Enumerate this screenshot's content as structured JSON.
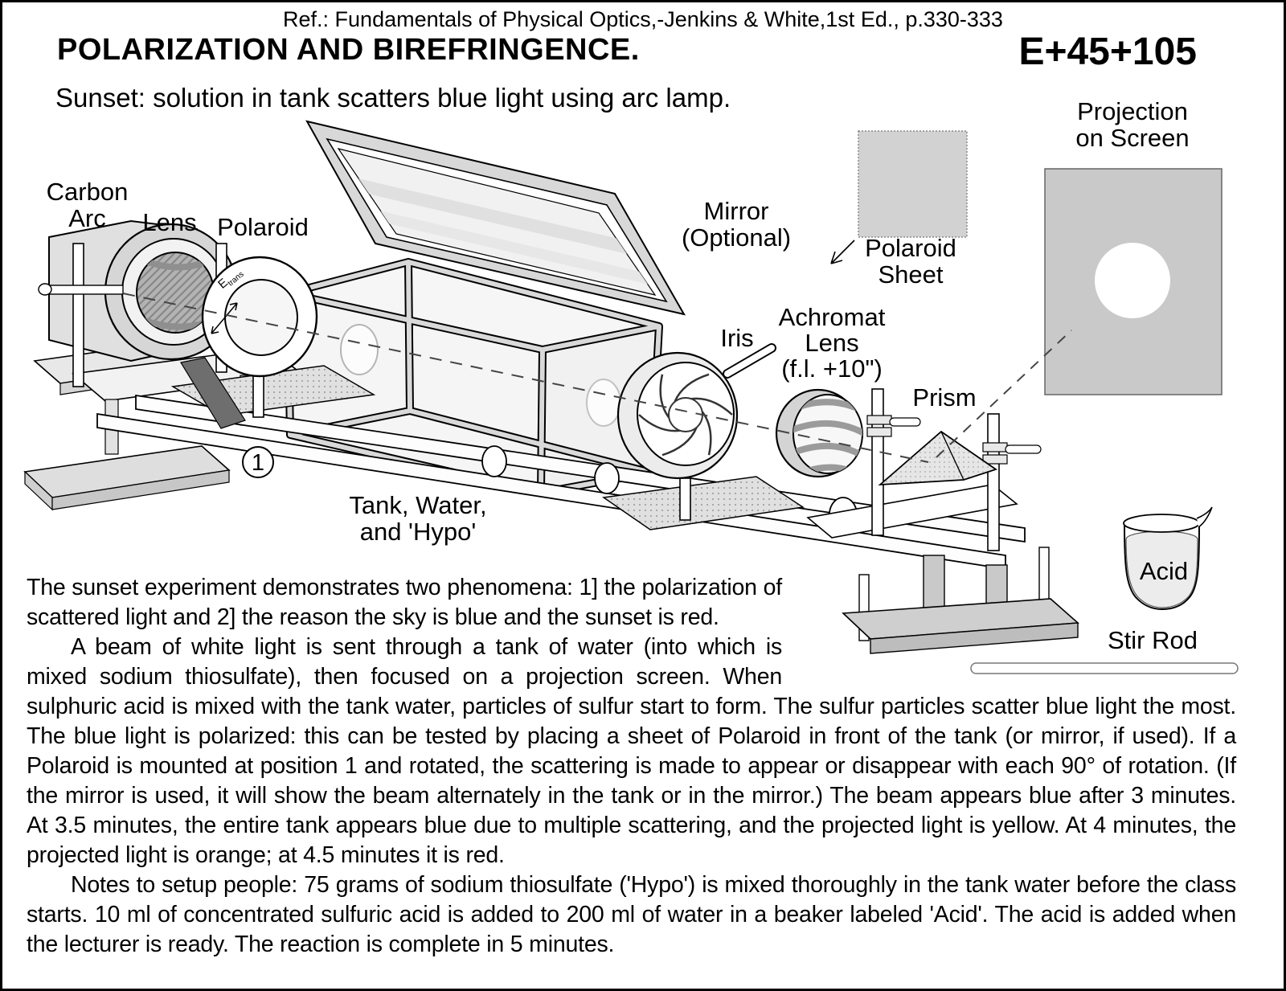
{
  "header": {
    "ref": "Ref.: Fundamentals of Physical Optics,-Jenkins & White,1st Ed., p.330-333",
    "title": "POLARIZATION AND BIREFRINGENCE.",
    "code": "E+45+105",
    "subtitle": "Sunset: solution in tank scatters blue light using arc lamp."
  },
  "diagram": {
    "labels": {
      "carbon_arc": "Carbon\nArc",
      "lens": "Lens",
      "polaroid": "Polaroid",
      "e_trans_main": "E",
      "e_trans_sub": "trans",
      "mirror": "Mirror\n(Optional)",
      "polaroid_sheet": "Polaroid\nSheet",
      "projection_screen": "Projection\non Screen",
      "iris": "Iris",
      "achromat_lens": "Achromat\nLens\n(f.l. +10\")",
      "prism": "Prism",
      "tank": "Tank, Water,\nand 'Hypo'",
      "position_marker": "1",
      "acid": "Acid",
      "stir_rod": "Stir Rod"
    },
    "colors": {
      "paper": "#ffffff",
      "ink": "#000000",
      "screen_gray": "#c9c9c9",
      "sheet_gray": "#d2d2d2",
      "frame_gray": "#d9d9d9"
    }
  },
  "body_text": {
    "paragraph_1": "The sunset experiment demonstrates two phenomena: 1] the polarization of scattered light and 2] the reason the sky is blue and the sunset is red.",
    "paragraph_2": "A beam of white light is sent through a tank of water (into which is mixed sodium thiosulfate), then focused on a projection screen. When sulphuric acid is mixed with the tank water, particles of sulfur start to form. The sulfur particles scatter blue light the most. The blue light is polarized: this can be tested by placing a sheet of Polaroid in front of the tank (or mirror, if used). If a Polaroid is mounted at position 1 and rotated, the scattering is made to appear or disappear with each 90° of rotation. (If the mirror is used, it will show the beam alternately in the tank or in the mirror.) The beam appears blue after 3 minutes. At 3.5 minutes, the entire tank appears blue due to multiple scattering, and the projected light is yellow. At 4 minutes, the projected light is orange; at 4.5 minutes it is red.",
    "paragraph_3": "Notes to setup people:  75 grams of sodium thiosulfate ('Hypo') is mixed thoroughly in the tank water before the class starts. 10 ml of concentrated sulfuric acid is added to 200 ml of water in a beaker labeled 'Acid'. The acid is added when the lecturer is ready. The reaction is complete in 5 minutes."
  }
}
